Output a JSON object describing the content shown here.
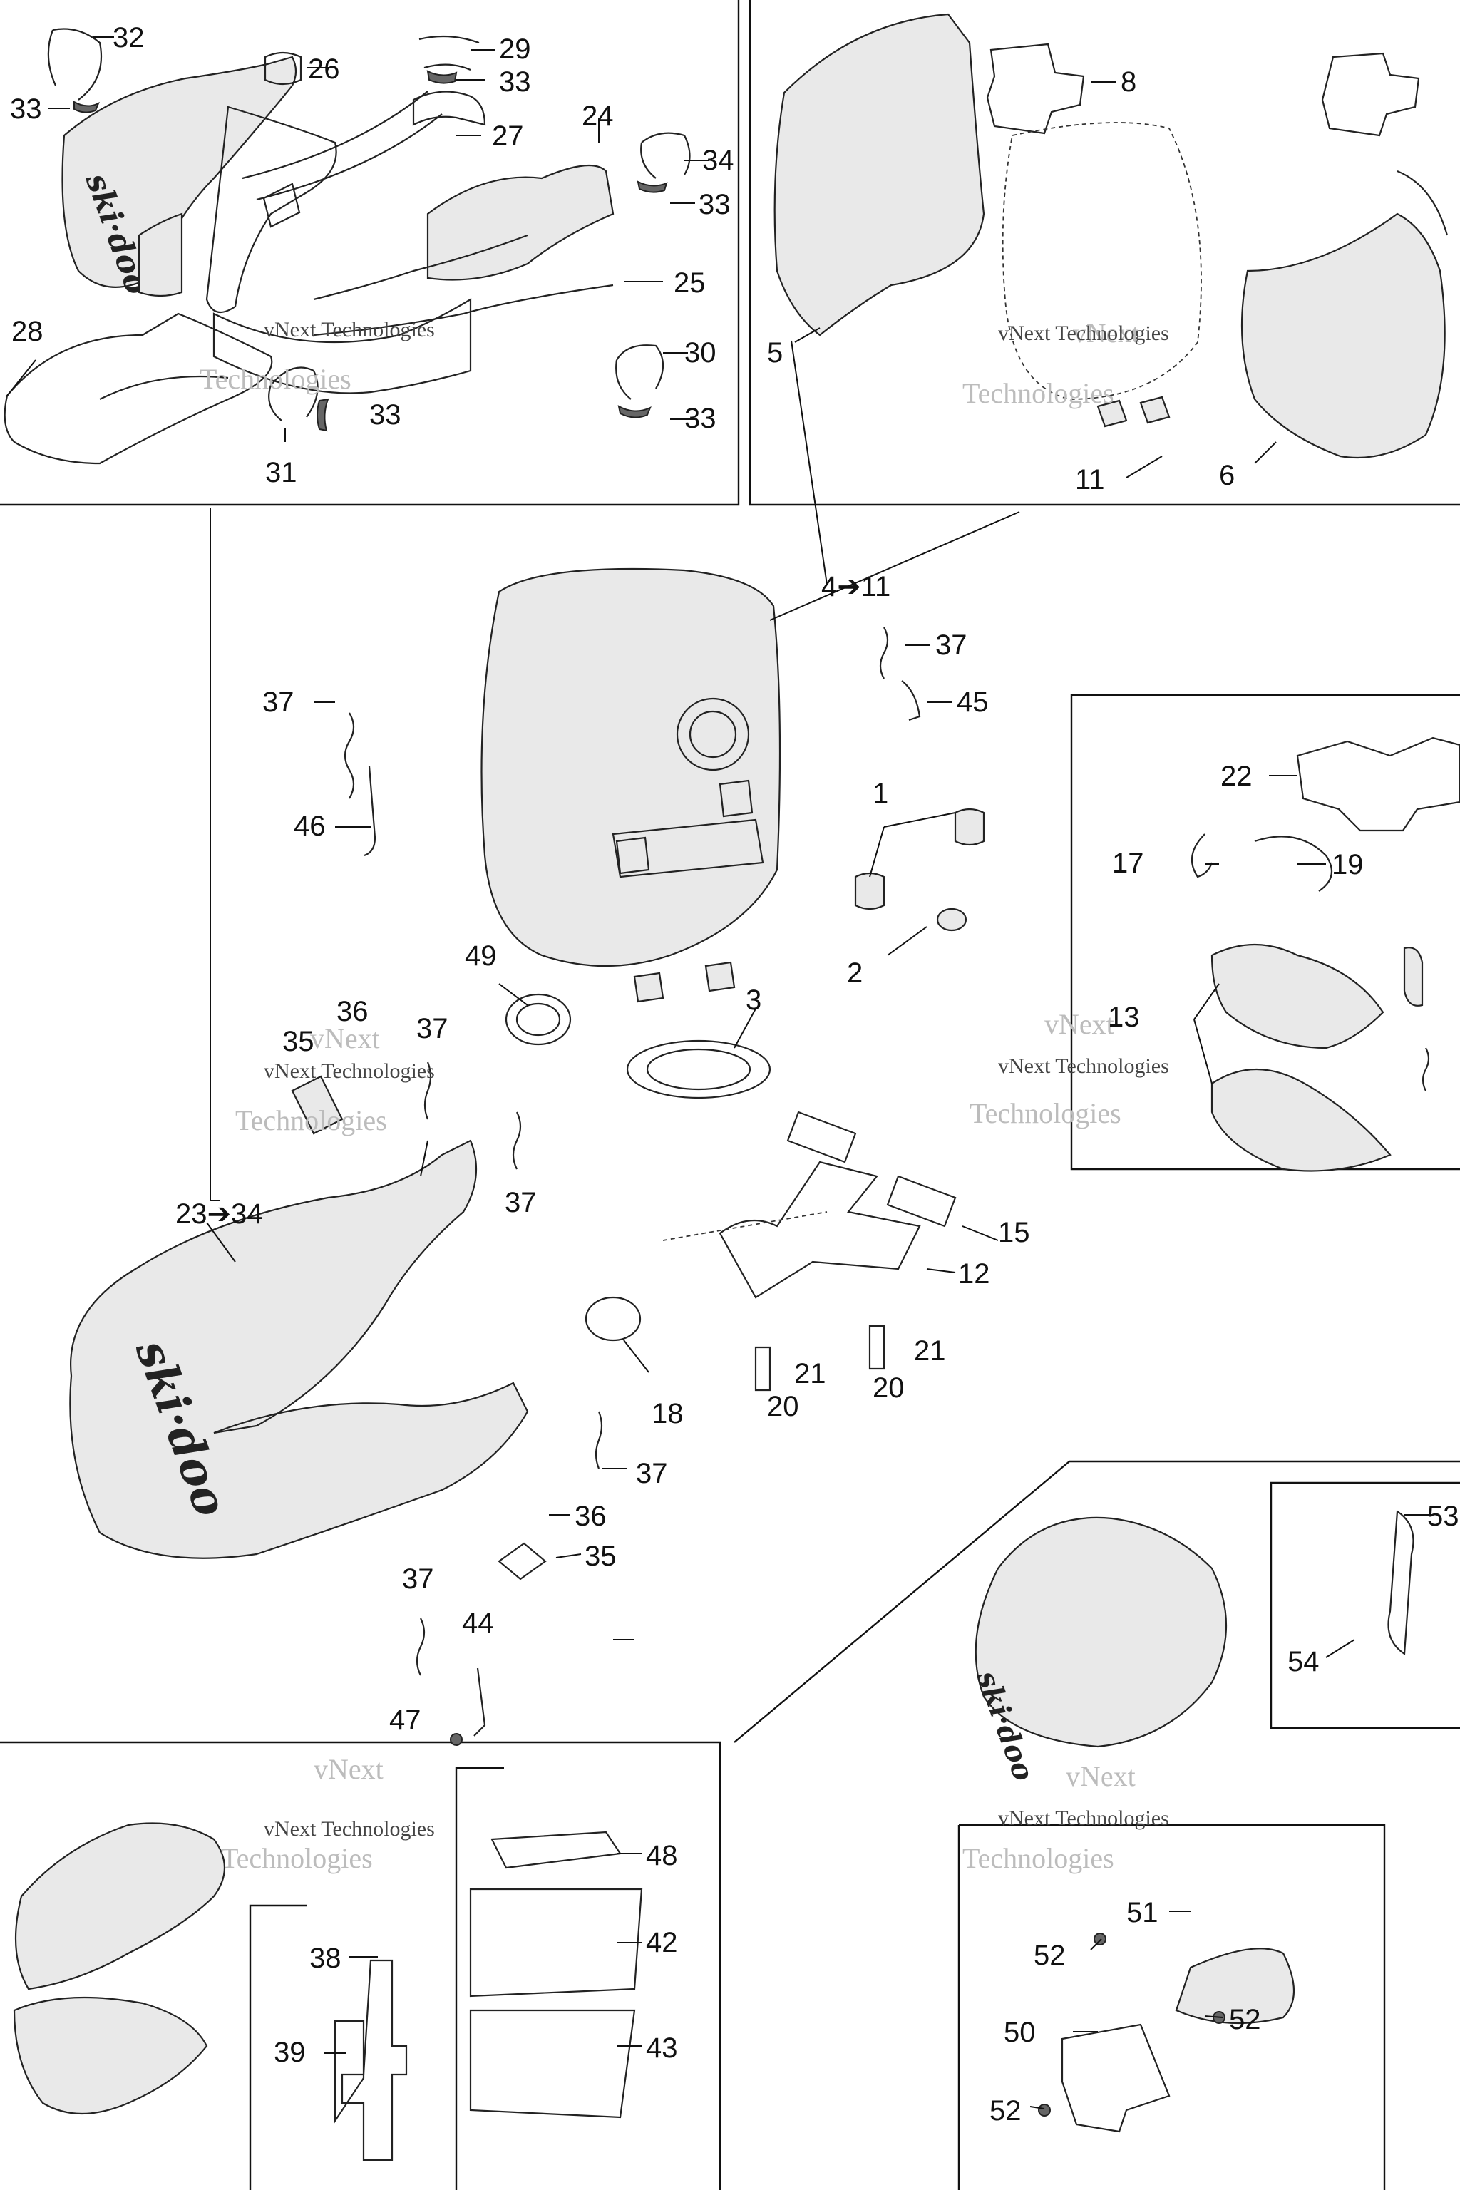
{
  "brand": {
    "logo_text": "ski·doo"
  },
  "watermark": {
    "line1": "vNext",
    "line2": "vNext Technologies",
    "line3": "Technologies"
  },
  "callouts": {
    "c32": "32",
    "c33": "33",
    "c26": "26",
    "c29": "29",
    "c27": "27",
    "c24": "24",
    "c34": "34",
    "c25": "25",
    "c28": "28",
    "c30": "30",
    "c31": "31",
    "c8": "8",
    "c5": "5",
    "c11": "11",
    "c6": "6",
    "c4to11": "4➔11",
    "c37": "37",
    "c45": "45",
    "c46": "46",
    "c1": "1",
    "c2": "2",
    "c3": "3",
    "c49": "49",
    "c36": "36",
    "c35": "35",
    "c23to34": "23➔34",
    "c15": "15",
    "c12": "12",
    "c21": "21",
    "c20": "20",
    "c18": "18",
    "c22": "22",
    "c17": "17",
    "c19": "19",
    "c13": "13",
    "c44": "44",
    "c47": "47",
    "c48": "48",
    "c42": "42",
    "c43": "43",
    "c38": "38",
    "c39": "39",
    "c53": "53",
    "c54": "54",
    "c51": "51",
    "c52": "52",
    "c50": "50"
  }
}
